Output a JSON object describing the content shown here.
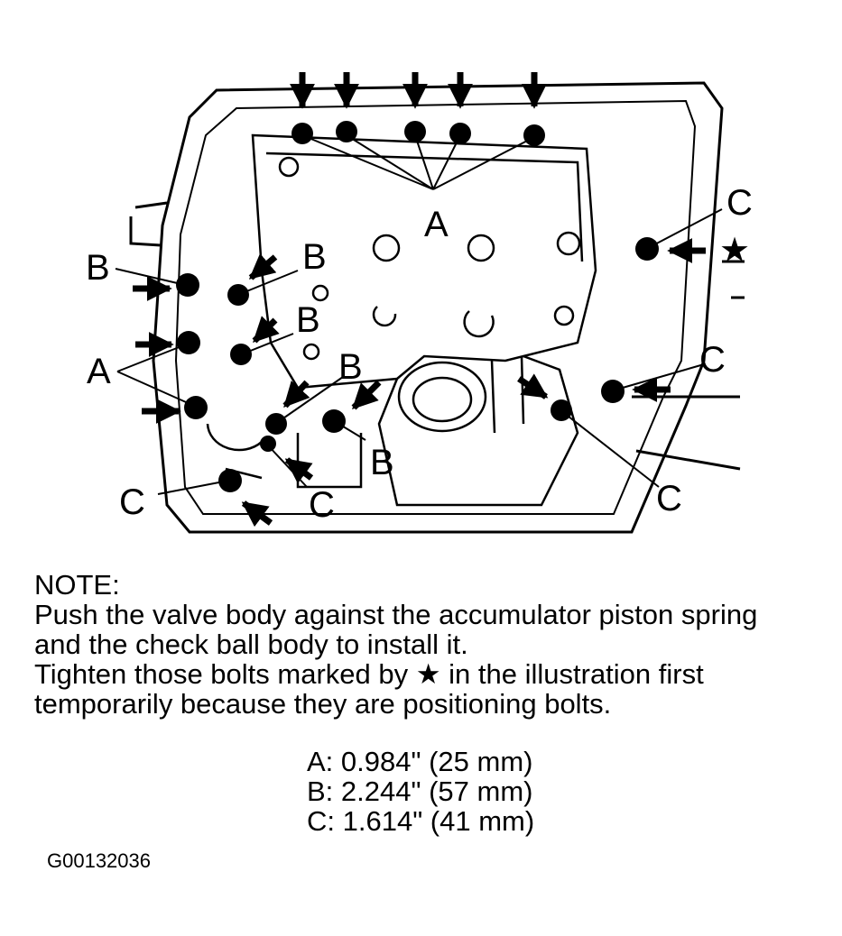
{
  "diagram": {
    "labels": {
      "a_top": "A",
      "a_left": "A",
      "b_left": "B",
      "b_upper": "B",
      "b_middle": "B",
      "b_center": "B",
      "b_lower": "B",
      "c_right_top": "C",
      "c_right_mid": "C",
      "c_right_low": "C",
      "c_bottom_left": "C",
      "c_bottom_center": "C"
    },
    "star_symbol": "★"
  },
  "note": {
    "heading": "NOTE:",
    "line1": "Push the valve body against the accumulator piston spring",
    "line2": "and the check ball body to install it.",
    "line3a": "Tighten those bolts marked by ",
    "star": "★",
    "line3b": " in the illustration first",
    "line4": "temporarily because they are positioning bolts."
  },
  "specs": [
    "A: 0.984\" (25 mm)",
    "B: 2.244\" (57 mm)",
    "C: 1.614\" (41 mm)"
  ],
  "figure_id": "G00132036"
}
